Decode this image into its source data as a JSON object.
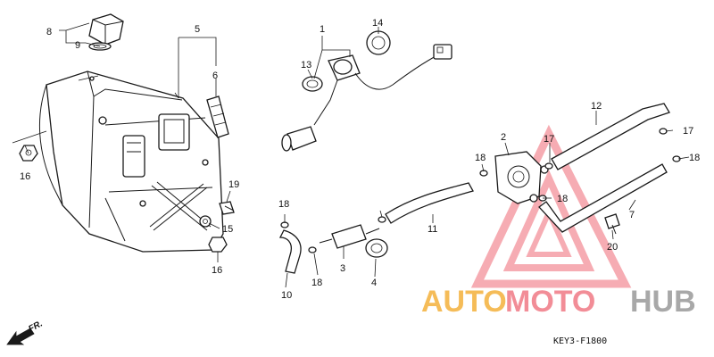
{
  "diagram": {
    "code": "KEY3-F1800",
    "direction_label": "FR.",
    "callouts": [
      "1",
      "2",
      "3",
      "4",
      "5",
      "6",
      "7",
      "8",
      "9",
      "10",
      "11",
      "12",
      "13",
      "14",
      "15",
      "16",
      "16",
      "17",
      "17",
      "18",
      "18",
      "18",
      "18",
      "18",
      "19",
      "20"
    ]
  },
  "watermark": {
    "word_a": "AUTO",
    "word_b": "MOTO",
    "word_c": "HUB",
    "color_a": "#f4b13c",
    "color_b": "#f07a86",
    "color_c": "#9a9a9a"
  }
}
